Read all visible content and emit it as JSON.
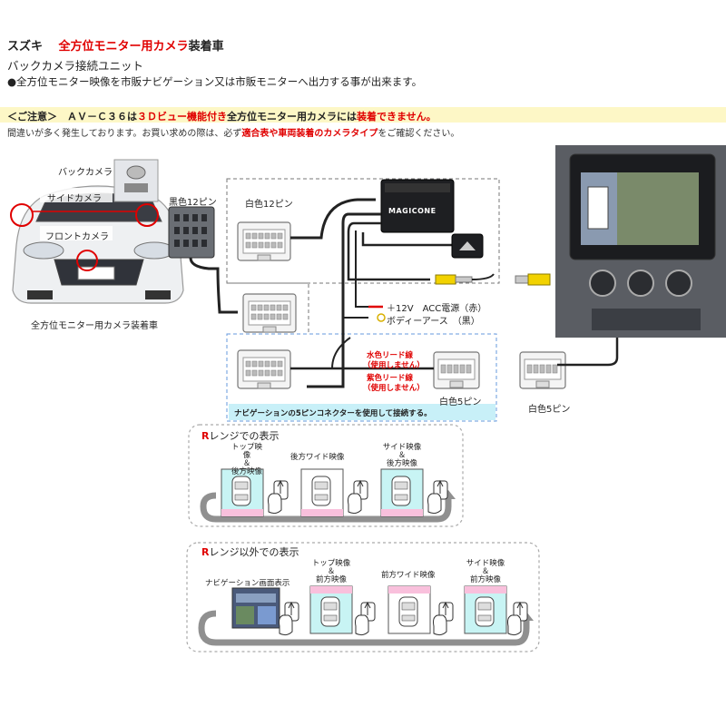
{
  "header": {
    "brand": "スズキ",
    "title_red": "全方位モニター用カメラ",
    "title_suffix": "装着車",
    "subtitle": "バックカメラ接続ユニット",
    "description": "●全方位モニター映像を市販ナビゲーション又は市販モニターへ出力する事が出来ます。"
  },
  "notice": {
    "prefix": "＜ご注意＞　ＡＶ－Ｃ３６は",
    "red1": "３Ｄビュー機能付き",
    "middle": "全方位モニター用カメラには",
    "red2": "装着できません。",
    "sub_prefix": "間違いが多く発生しております。お買い求めの際は、必ず",
    "sub_red": "適合表や車両装着のカメラタイプ",
    "sub_suffix": "をご確認ください。"
  },
  "diagram": {
    "back_camera": "バックカメラ",
    "side_camera": "サイドカメラ",
    "front_camera": "フロントカメラ",
    "black12": "黒色12ピン",
    "white12": "白色12ピン",
    "car_caption": "全方位モニター用カメラ装着車",
    "brand_logo": "MAGICONE",
    "power_red": "＋12V　ACC電源（赤）",
    "body_earth": "ボディーアース　（黒）",
    "water_lead": "水色リード線",
    "purple_lead": "紫色リード線",
    "unused": "（使用しません）",
    "white5_a": "白色5ピン",
    "white5_b": "白色5ピン",
    "nav_note": "ナビゲーションの5ピンコネクターを使用して接続する。"
  },
  "r_range": {
    "title_r": "R",
    "title_rest": "レンジでの表示",
    "view1": "トップ映像",
    "view1_amp": "＆",
    "view1_b": "後方映像",
    "view2": "後方ワイド映像",
    "view3": "サイド映像",
    "view3_amp": "＆",
    "view3_b": "後方映像"
  },
  "non_r_range": {
    "title_r": "R",
    "title_rest": "レンジ以外での表示",
    "nav_label": "ナビゲーション画面表示",
    "view1": "トップ映像",
    "view1_amp": "＆",
    "view1_b": "前方映像",
    "view2": "前方ワイド映像",
    "view3": "サイド映像",
    "view3_amp": "＆",
    "view3_b": "前方映像"
  },
  "colors": {
    "accent_red": "#e00000",
    "notice_bg": "#fdf7c6",
    "nav_note_bg": "#c8f0f8",
    "view_pink": "#f9c0dc",
    "view_cyan": "#c8f4f4",
    "arrow_gray": "#909090",
    "rca_yellow": "#f2d200"
  }
}
